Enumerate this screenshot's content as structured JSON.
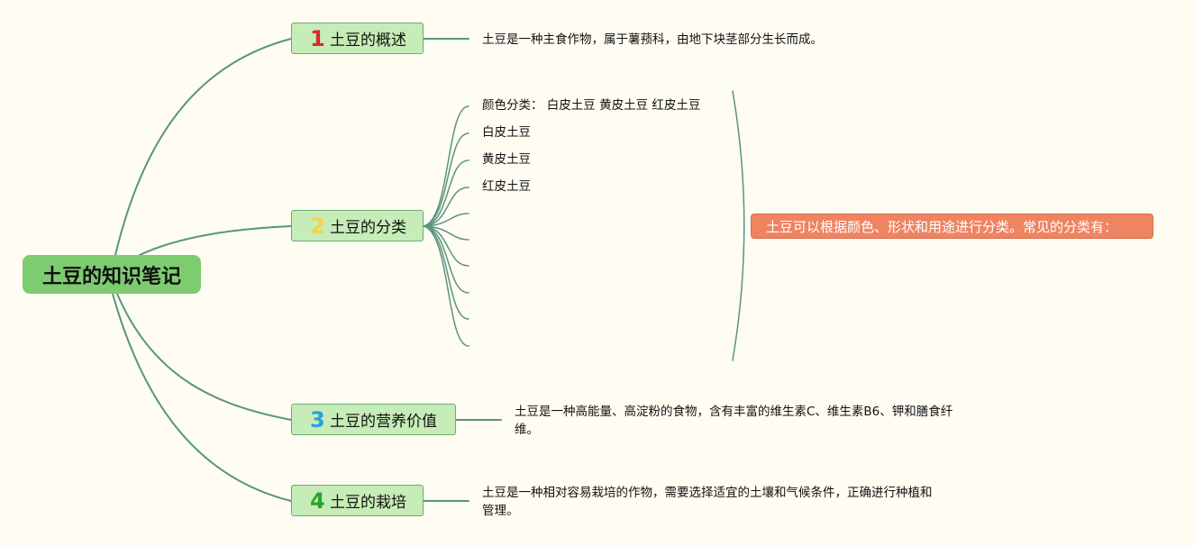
{
  "colors": {
    "background": "#fffcf2",
    "root_fill": "#7dcc70",
    "branch_fill": "#c6ecb7",
    "branch_border": "#6cab75",
    "line": "#5a9480",
    "summary_fill": "#ef8462",
    "num1": "#d9282f",
    "num2": "#f6d24a",
    "num3": "#2b9fe0",
    "num4": "#2aa32f"
  },
  "root": {
    "label": "土豆的知识笔记"
  },
  "branches": [
    {
      "num": "1",
      "label": "土豆的概述",
      "leaves": [
        "土豆是一种主食作物，属于薯蓣科，由地下块茎部分生长而成。"
      ]
    },
    {
      "num": "2",
      "label": "土豆的分类",
      "leaves": [
        "颜色分类： 白皮土豆 黄皮土豆 红皮土豆",
        "白皮土豆",
        "黄皮土豆",
        "红皮土豆"
      ],
      "summary": "土豆可以根据颜色、形状和用途进行分类。常见的分类有："
    },
    {
      "num": "3",
      "label": "土豆的营养价值",
      "leaves": [
        "土豆是一种高能量、高淀粉的食物，含有丰富的维生素C、维生素B6、钾和膳食纤维。"
      ]
    },
    {
      "num": "4",
      "label": "土豆的栽培",
      "leaves": [
        "土豆是一种相对容易栽培的作物，需要选择适宜的土壤和气候条件，正确进行种植和管理。"
      ]
    }
  ]
}
